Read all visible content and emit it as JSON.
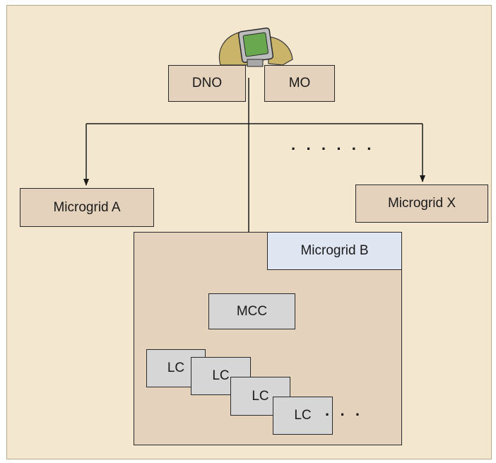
{
  "operators": {
    "dno_label": "DNO",
    "mo_label": "MO",
    "computer_icon": "computer-monitor-icon"
  },
  "microgrids": {
    "a_label": "Microgrid A",
    "b_label": "Microgrid B",
    "x_label": "Microgrid X"
  },
  "controllers": {
    "mcc_label": "MCC",
    "lc_labels": [
      "LC",
      "LC",
      "LC",
      "LC"
    ]
  },
  "colors": {
    "background": "#f3e7cf",
    "operator_box": "#e5d2bd",
    "controller_box": "#d6d6d6",
    "microgrid_b_label": "#dfe6f2",
    "icon_screen": "#6aa84f"
  }
}
